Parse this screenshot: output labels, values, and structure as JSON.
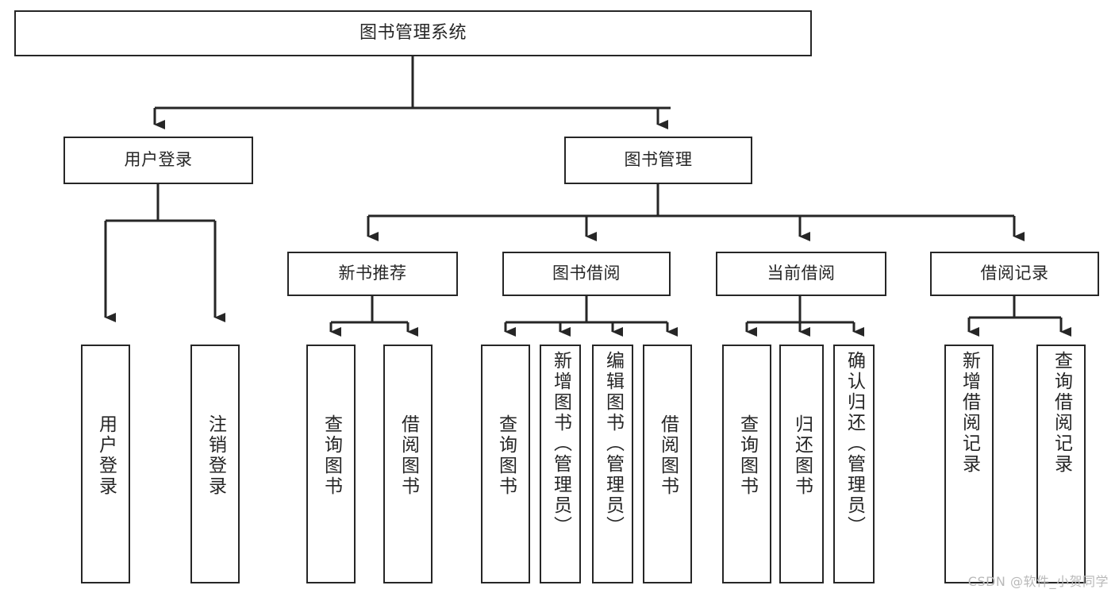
{
  "diagram": {
    "title": "图书管理系统",
    "type": "hierarchy-tree",
    "watermark": "CSDN @软件_小贺同学",
    "colors": {
      "stroke": "#262626",
      "fill": "#ffffff",
      "background": "#ffffff",
      "watermark": "#b9b9b9"
    },
    "root": {
      "label": "图书管理系统"
    },
    "level2": [
      {
        "label": "用户登录"
      },
      {
        "label": "图书管理"
      }
    ],
    "level3": [
      {
        "label": "新书推荐"
      },
      {
        "label": "图书借阅"
      },
      {
        "label": "当前借阅"
      },
      {
        "label": "借阅记录"
      }
    ],
    "leaves": {
      "user_login": [
        {
          "label": "用户登录"
        },
        {
          "label": "注销登录"
        }
      ],
      "new_book_recommend": [
        {
          "label": "查询图书"
        },
        {
          "label": "借阅图书"
        }
      ],
      "book_borrow": [
        {
          "label": "查询图书"
        },
        {
          "label": "新增图书（管理员）"
        },
        {
          "label": "编辑图书（管理员）"
        },
        {
          "label": "借阅图书"
        }
      ],
      "current_borrow": [
        {
          "label": "查询图书"
        },
        {
          "label": "归还图书"
        },
        {
          "label": "确认归还（管理员）"
        }
      ],
      "borrow_record": [
        {
          "label": "新增借阅记录"
        },
        {
          "label": "查询借阅记录"
        }
      ]
    }
  }
}
